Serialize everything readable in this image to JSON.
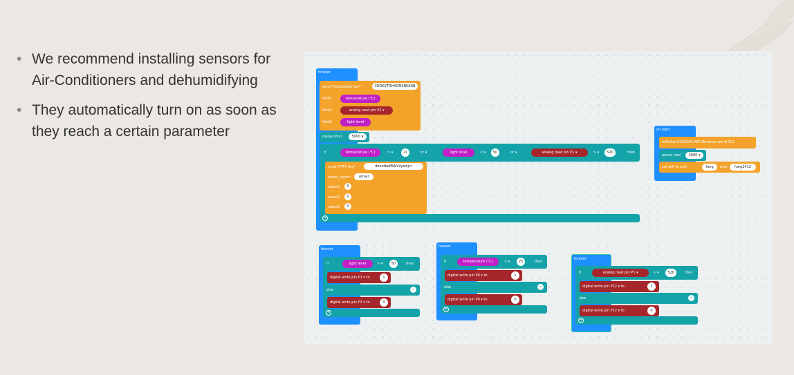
{
  "bullets": [
    "We recommend installing sensors for Air-Conditioners and dehumidifying",
    "They automatically turn on as soon as they reach a certain parameter"
  ],
  "bullet_symbol": "•",
  "blocks": {
    "forever": "forever",
    "send_ts": "send ThingSpeak key*",
    "ts_key": "CEOKVTRH4GM3BKKKB",
    "field1": "field1",
    "field2": "field2",
    "field3": "field3",
    "temperature": "temperature (°C)",
    "analog_p2": "analog read pin P2 ▾",
    "analog_p1": "analog read pin P1 ▾",
    "light_level": "light level",
    "pause": "pause (ms)",
    "pause_val": "5000 ▾",
    "if": "if",
    "then": "then",
    "else": "else",
    "or": "or ▾",
    "gt": "> ▾",
    "lt": "< ▾",
    "v21": "21",
    "v50": "50",
    "v520": "520",
    "v25": "25",
    "send_ifttt": "send IFTTT key*",
    "ifttt_key": "dbeotbeMkbVzyexIjcr",
    "event_name": "event_name*",
    "event_val": "email",
    "value1": "value1",
    "value2": "value2",
    "value3": "value3",
    "zero": "0",
    "one": "1",
    "on_start": "on start",
    "init_wifi": "initialize ESP8266 WiFi Receiver pin 8 P12",
    "pause_3000": "3000 ▾",
    "set_wifi": "set wifi to ssid",
    "ssid_val": "fung",
    "pwd_label": "pwd",
    "pwd_val": "fung2412",
    "digital_p1": "digital write pin P1 ▾ to",
    "digital_p2": "digital write pin P2 ▾ to",
    "digital_p0": "digital write pin P0 ▾ to",
    "digital_p12": "digital write pin P12 ▾ to"
  },
  "colors": {
    "loop": "#1e90ff",
    "logic": "#14a3a8",
    "iot": "#f3a22a",
    "input": "#c120c6",
    "pins": "#a6272b"
  }
}
